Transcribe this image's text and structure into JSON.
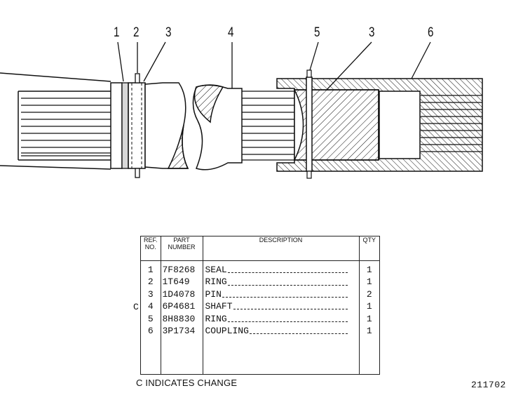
{
  "drawing": {
    "callouts": [
      "1",
      "2",
      "3",
      "4",
      "5",
      "3",
      "6"
    ]
  },
  "parts_table": {
    "headers": {
      "ref_no": "REF. NO.",
      "part_number": "PART NUMBER",
      "description": "DESCRIPTION",
      "qty": "QTY"
    },
    "rows": [
      {
        "ref": "1",
        "part": "7F8268",
        "desc": "SEAL",
        "qty": "1"
      },
      {
        "ref": "2",
        "part": "1T649",
        "desc": "RING",
        "qty": "1"
      },
      {
        "ref": "3",
        "part": "1D4078",
        "desc": "PIN",
        "qty": "2"
      },
      {
        "ref": "4",
        "part": "6P4681",
        "desc": "SHAFT",
        "qty": "1"
      },
      {
        "ref": "5",
        "part": "8H8830",
        "desc": "RING",
        "qty": "1"
      },
      {
        "ref": "6",
        "part": "3P1734",
        "desc": "COUPLING",
        "qty": "1"
      }
    ]
  },
  "change_mark": "C",
  "legend": "C INDICATES CHANGE",
  "drawing_number": "211702"
}
